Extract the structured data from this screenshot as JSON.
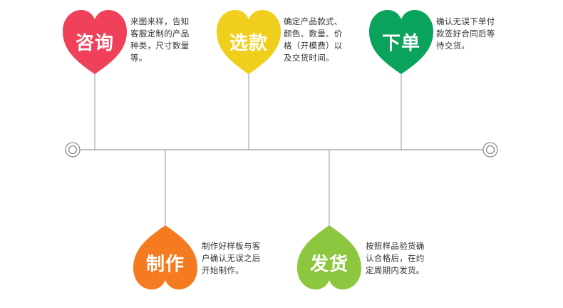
{
  "steps": [
    {
      "label": "咨询",
      "color": "#f0415a",
      "lines": [
        "来图来样，告知",
        "客服定制的产品",
        "种类，尺寸数量",
        "等。"
      ]
    },
    {
      "label": "选款",
      "color": "#f0cf1c",
      "lines": [
        "确定产品款式、",
        "颜色、数量、价",
        "格（开模费）以",
        "及交货时间。"
      ]
    },
    {
      "label": "下单",
      "color": "#0aa35c",
      "lines": [
        "确认无误下单付",
        "款签好合同后等",
        "待交货。"
      ]
    },
    {
      "label": "制作",
      "color": "#f47b20",
      "lines": [
        "制作好样板与客",
        "户确认无误之后",
        "开始制作。"
      ]
    },
    {
      "label": "发货",
      "color": "#8dc63f",
      "lines": [
        "按照样品验货确",
        "认合格后，在约",
        "定周期内发货。"
      ]
    }
  ]
}
